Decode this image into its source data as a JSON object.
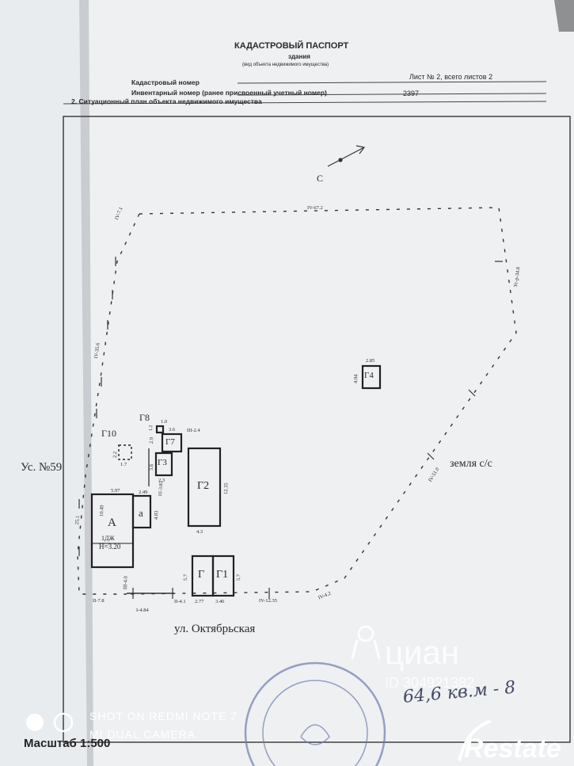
{
  "document": {
    "title": "КАДАСТРОВЫЙ ПАСПОРТ",
    "object_type": "здания",
    "object_type_caption": "(вид объекта недвижимого имущества)",
    "sheet_info": "Лист № 2, всего листов 2",
    "cadastral_number_label": "Кадастровый номер",
    "inventory_number_label": "Инвентарный номер (ранее присвоенный учетный номер)",
    "inventory_number_value": "2397",
    "section_title": "2. Ситуационный план объекта недвижимого имущества",
    "scale_label": "Масштаб 1:500"
  },
  "plan": {
    "north_label": "С",
    "neighbor_left": "Ус. №59",
    "neighbor_right": "земля с/с",
    "street": "ул. Октябрьская",
    "buildings": {
      "a_main": "А",
      "a_floor": "1ДЖ",
      "a_height": "Н=3.20",
      "a_small": "а",
      "g1": "Г1",
      "g_unlabeled": "Г",
      "g2": "Г2",
      "g3": "Г3",
      "g4": "Г4",
      "g7": "Г7",
      "g8": "Г8",
      "g10": "Г10"
    },
    "boundary_labels": {
      "top": "IV-67.2",
      "top_left": "IV-7.1",
      "left": "IV-35.6",
      "right_upper": "Ус-р-34.8",
      "right_long": "IV-51.0",
      "bottom_right": "IV-4.2",
      "bottom_mid": "IV-12.35",
      "bottom_left1": "II-7.8",
      "bottom_left2": "I-4.84",
      "bottom_left3": "II-4.1",
      "left_lower": "25.1",
      "iii_40": "III-4.0",
      "iii_24": "III-2.4",
      "iii_385": "III-3.85"
    },
    "dimensions": {
      "a_top": "5.97",
      "a_side": "10.49",
      "a_small_top": "2.49",
      "a_small_side": "4.83",
      "g2_side": "12.35",
      "g2_bottom": "4.3",
      "g1_left": "5.7",
      "g1_right": "5.7",
      "g_bottom": "2.77",
      "g1_bottom": "3.46",
      "g4_top": "2.85",
      "g4_side": "4.04",
      "g3_top": "2.9",
      "g3_side": "3.6",
      "g3_bottom": "2.3",
      "g7_top": "3.6",
      "g8_top": "1.0",
      "g8_side": "1.2",
      "g10_side": "2.2",
      "g10_bottom": "1.7"
    }
  },
  "overlays": {
    "camera_line1": "SHOT ON REDMI NOTE 7",
    "camera_line2": "MI DUAL CAMERA",
    "watermark_cian": "циан",
    "watermark_id": "ID 304921382",
    "handwriting": "64,6 кв.м - 8",
    "brand": "Restate"
  }
}
